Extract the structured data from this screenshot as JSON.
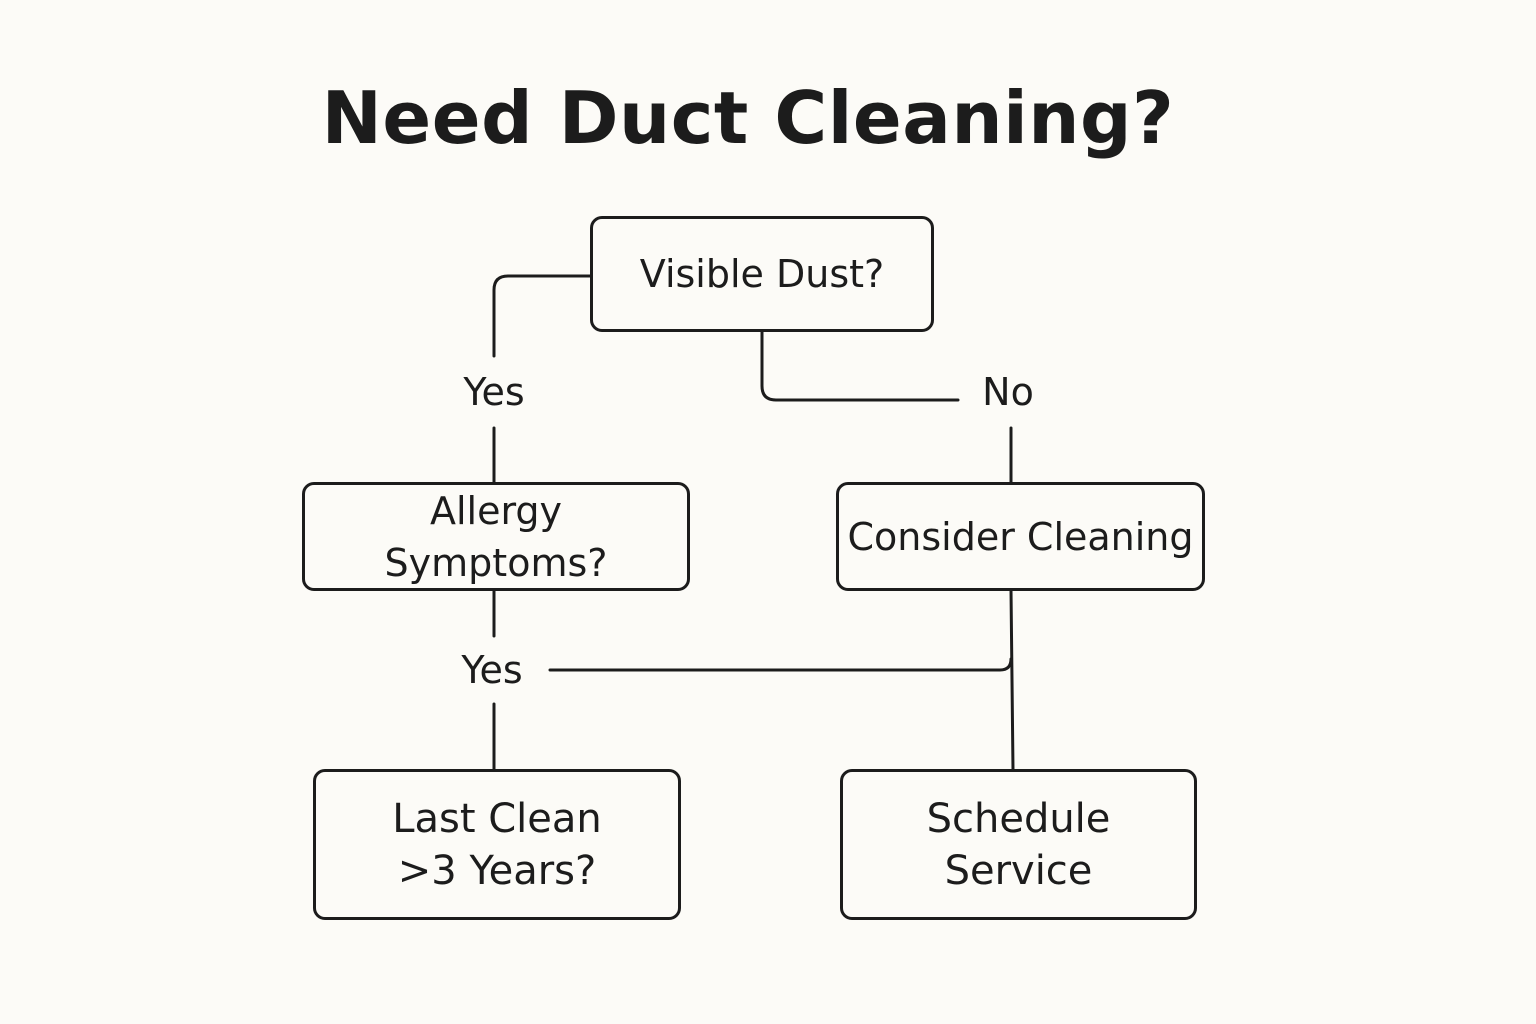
{
  "title": "Need Duct Cleaning?",
  "nodes": {
    "visible_dust": "Visible Dust?",
    "allergy_symptoms": "Allergy Symptoms?",
    "consider_cleaning": "Consider Cleaning",
    "last_clean_line1": "Last Clean",
    "last_clean_line2": ">3 Years?",
    "schedule_line1": "Schedule",
    "schedule_line2": "Service"
  },
  "edges": {
    "dust_yes": "Yes",
    "dust_no": "No",
    "allergy_yes": "Yes"
  }
}
